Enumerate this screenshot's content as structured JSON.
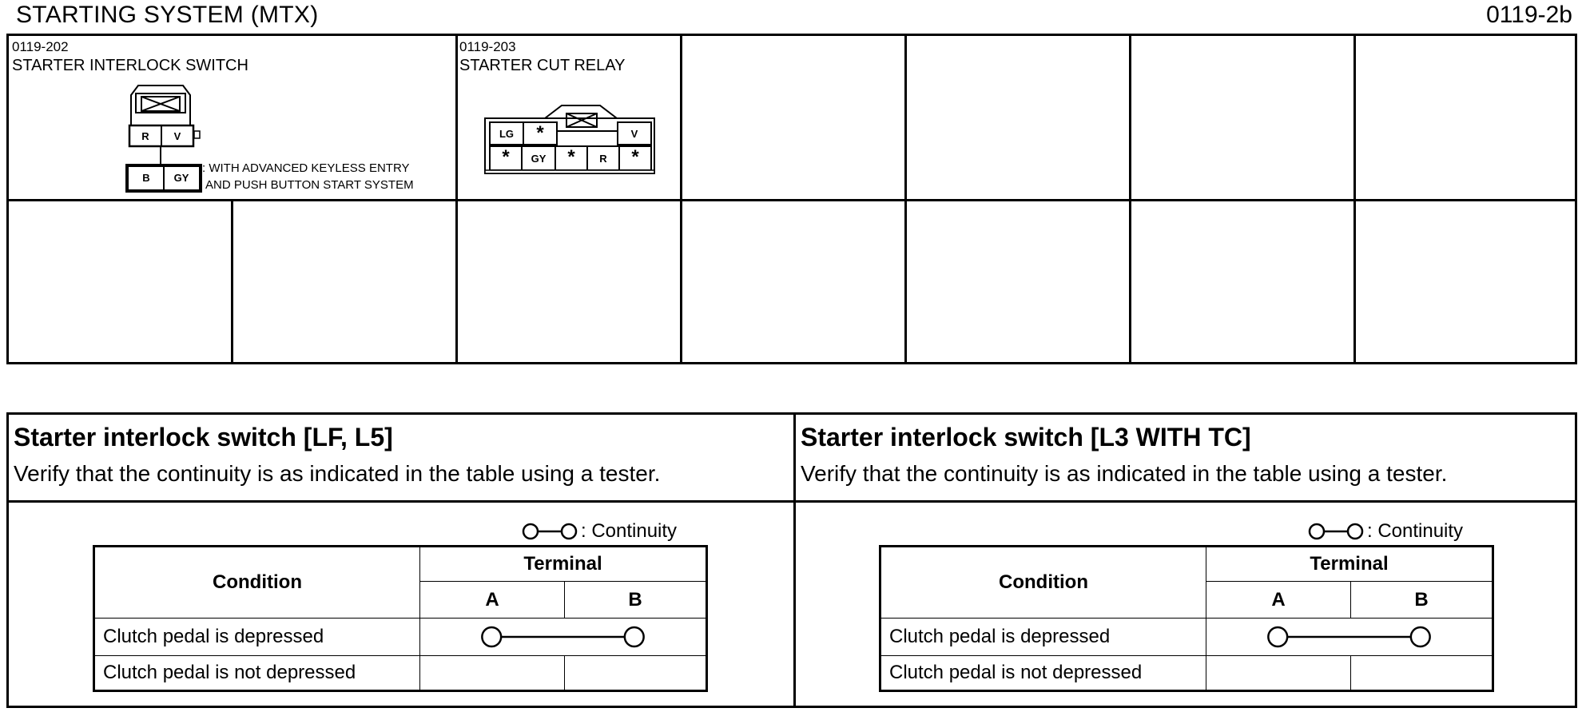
{
  "header": {
    "title": "STARTING SYSTEM (MTX)",
    "code": "0119-2b"
  },
  "connectors": [
    {
      "code": "0119-202",
      "name": "STARTER INTERLOCK SWITCH",
      "pins_top": [
        "R",
        "V"
      ],
      "pins_bottom": [
        "B",
        "GY"
      ],
      "note_line1": ": WITH ADVANCED KEYLESS ENTRY",
      "note_line2": "AND PUSH BUTTON START SYSTEM"
    },
    {
      "code": "0119-203",
      "name": "STARTER CUT RELAY",
      "pins_top": [
        "LG",
        "*",
        "V"
      ],
      "pins_bottom": [
        "*",
        "GY",
        "*",
        "R",
        "*"
      ]
    }
  ],
  "panels": [
    {
      "title": "Starter interlock switch [LF, L5]",
      "instruction": "Verify that the continuity is as indicated in the table using a tester.",
      "legend": ": Continuity",
      "table": {
        "col_condition": "Condition",
        "col_terminal": "Terminal",
        "col_a": "A",
        "col_b": "B",
        "rows": [
          {
            "condition": "Clutch pedal is depressed",
            "continuity": true
          },
          {
            "condition": "Clutch pedal is not depressed",
            "continuity": false
          }
        ]
      }
    },
    {
      "title": "Starter interlock switch [L3 WITH TC]",
      "instruction": "Verify that the continuity is as indicated in the table using a tester.",
      "legend": ": Continuity",
      "table": {
        "col_condition": "Condition",
        "col_terminal": "Terminal",
        "col_a": "A",
        "col_b": "B",
        "rows": [
          {
            "condition": "Clutch pedal is depressed",
            "continuity": true
          },
          {
            "condition": "Clutch pedal is not depressed",
            "continuity": false
          }
        ]
      }
    }
  ]
}
